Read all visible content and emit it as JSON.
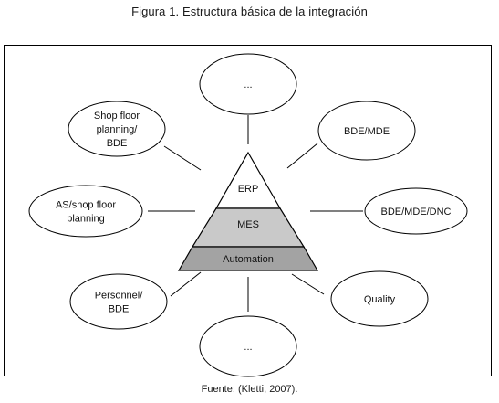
{
  "figure": {
    "title": "Figura 1. Estructura básica de la integración",
    "source": "Fuente: (Kletti, 2007)."
  },
  "pyramid": {
    "tiers": [
      {
        "label": "ERP",
        "fill": "#ffffff"
      },
      {
        "label": "MES",
        "fill": "#c9c9c9"
      },
      {
        "label": "Automation",
        "fill": "#a3a3a3"
      }
    ]
  },
  "nodes": [
    {
      "id": "top",
      "lines": [
        "..."
      ]
    },
    {
      "id": "top-right",
      "lines": [
        "BDE/MDE"
      ]
    },
    {
      "id": "right",
      "lines": [
        "BDE/MDE/DNC"
      ]
    },
    {
      "id": "bottom-right",
      "lines": [
        "Quality"
      ]
    },
    {
      "id": "bottom",
      "lines": [
        "..."
      ]
    },
    {
      "id": "bottom-left",
      "lines": [
        "Personnel/",
        "BDE"
      ]
    },
    {
      "id": "left",
      "lines": [
        "AS/shop floor",
        "planning"
      ]
    },
    {
      "id": "top-left",
      "lines": [
        "Shop floor",
        "planning/",
        "BDE"
      ]
    }
  ]
}
